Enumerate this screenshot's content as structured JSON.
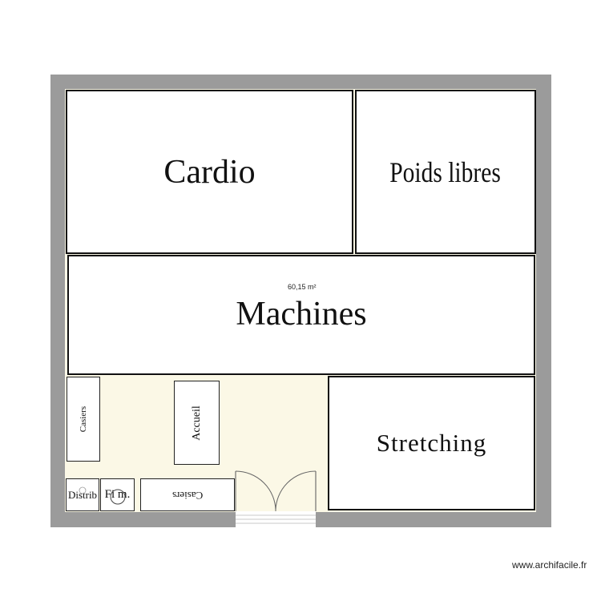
{
  "plan": {
    "area_label": "60,15 m²",
    "rooms": {
      "cardio": "Cardio",
      "poids_libres": "Poids libres",
      "machines": "Machines",
      "stretching": "Stretching"
    },
    "furniture": {
      "casiers_left": "Casiers",
      "accueil": "Accueil",
      "casiers_bottom": "Casiers",
      "distrib": "Distrib",
      "fi_m": "Fi m."
    },
    "colors": {
      "wall": "#9b9b9b",
      "floor_entrance": "#fbf8e6",
      "line": "#111111"
    }
  },
  "footer": {
    "watermark": "www.archifacile.fr"
  }
}
